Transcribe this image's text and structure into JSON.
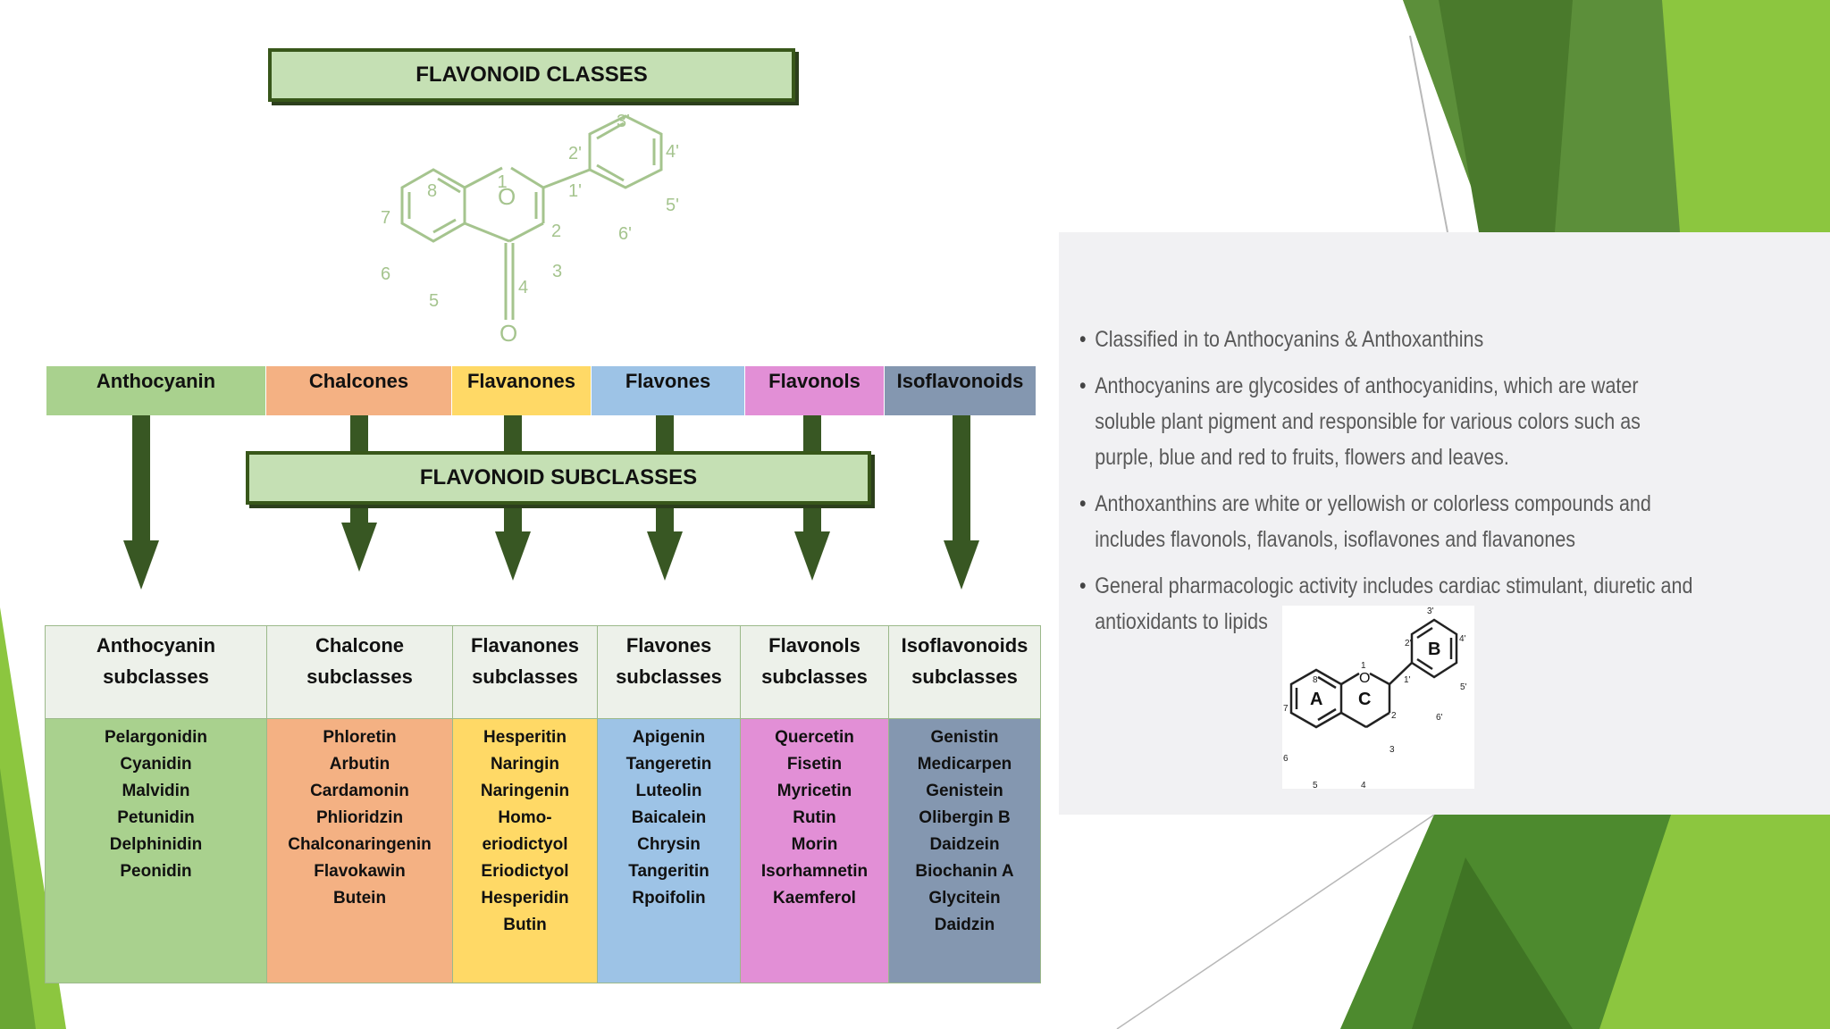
{
  "title": "FLAVONOID CLASSES",
  "subtitle": "FLAVONOID SUBCLASSES",
  "structure_labels": [
    "1",
    "2",
    "3",
    "4",
    "5",
    "6",
    "7",
    "8",
    "1'",
    "2'",
    "3'",
    "4'",
    "5'",
    "6'",
    "O",
    "O"
  ],
  "classes": [
    {
      "name": "Anthocyanin",
      "color": "#a9d18e",
      "subclass_title": "Anthocyanin subclasses",
      "members": [
        "Pelargonidin",
        "Cyanidin",
        "Malvidin",
        "Petunidin",
        "Delphinidin",
        "Peonidin"
      ]
    },
    {
      "name": "Chalcones",
      "color": "#f4b183",
      "subclass_title": "Chalcone subclasses",
      "members": [
        "Phloretin",
        "Arbutin",
        "Cardamonin",
        "Phlioridzin",
        "Chalconaringenin",
        "Flavokawin",
        "Butein"
      ]
    },
    {
      "name": "Flavanones",
      "color": "#ffd966",
      "subclass_title": "Flavanones subclasses",
      "members": [
        "Hesperitin",
        "Naringin",
        "Naringenin",
        "Homo-",
        "eriodictyol",
        "Eriodictyol",
        "Hesperidin",
        "Butin"
      ]
    },
    {
      "name": "Flavones",
      "color": "#9dc3e6",
      "subclass_title": "Flavones subclasses",
      "members": [
        "Apigenin",
        "Tangeretin",
        "Luteolin",
        "Baicalein",
        "Chrysin",
        "Tangeritin",
        "Rpoifolin"
      ]
    },
    {
      "name": "Flavonols",
      "color": "#e28fd6",
      "subclass_title": "Flavonols subclasses",
      "members": [
        "Quercetin",
        "Fisetin",
        "Myricetin",
        "Rutin",
        "Morin",
        "Isorhamnetin",
        "Kaemferol"
      ]
    },
    {
      "name": "Isoflavonoids",
      "color": "#8497b0",
      "subclass_title": "Isoflavonoids subclasses",
      "members": [
        "Genistin",
        "Medicarpen",
        "Genistein",
        "Olibergin B",
        "Daidzein",
        "Biochanin A",
        "Glycitein",
        "Daidzin"
      ]
    }
  ],
  "bullets": [
    "Classified in to Anthocyanins & Anthoxanthins",
    "Anthocyanins are glycosides of anthocyanidins, which are water soluble plant pigment and responsible for various colors such as purple, blue and red to fruits, flowers and leaves.",
    "Anthoxanthins are white or yellowish or colorless compounds and includes flavonols, flavanols, isoflavones and flavanones",
    "General pharmacologic activity includes cardiac stimulant, diuretic and antioxidants to lipids"
  ],
  "ring_labels": [
    "A",
    "B",
    "C"
  ],
  "small_structure_labels": [
    "1",
    "2",
    "3",
    "4",
    "5",
    "6",
    "7",
    "8",
    "1'",
    "2'",
    "3'",
    "4'",
    "5'",
    "6'",
    "O"
  ],
  "colors": {
    "title_fill": "#c5e0b4",
    "title_border": "#38571a",
    "arrow": "#385723",
    "slide_accent": "#7ab32e"
  }
}
